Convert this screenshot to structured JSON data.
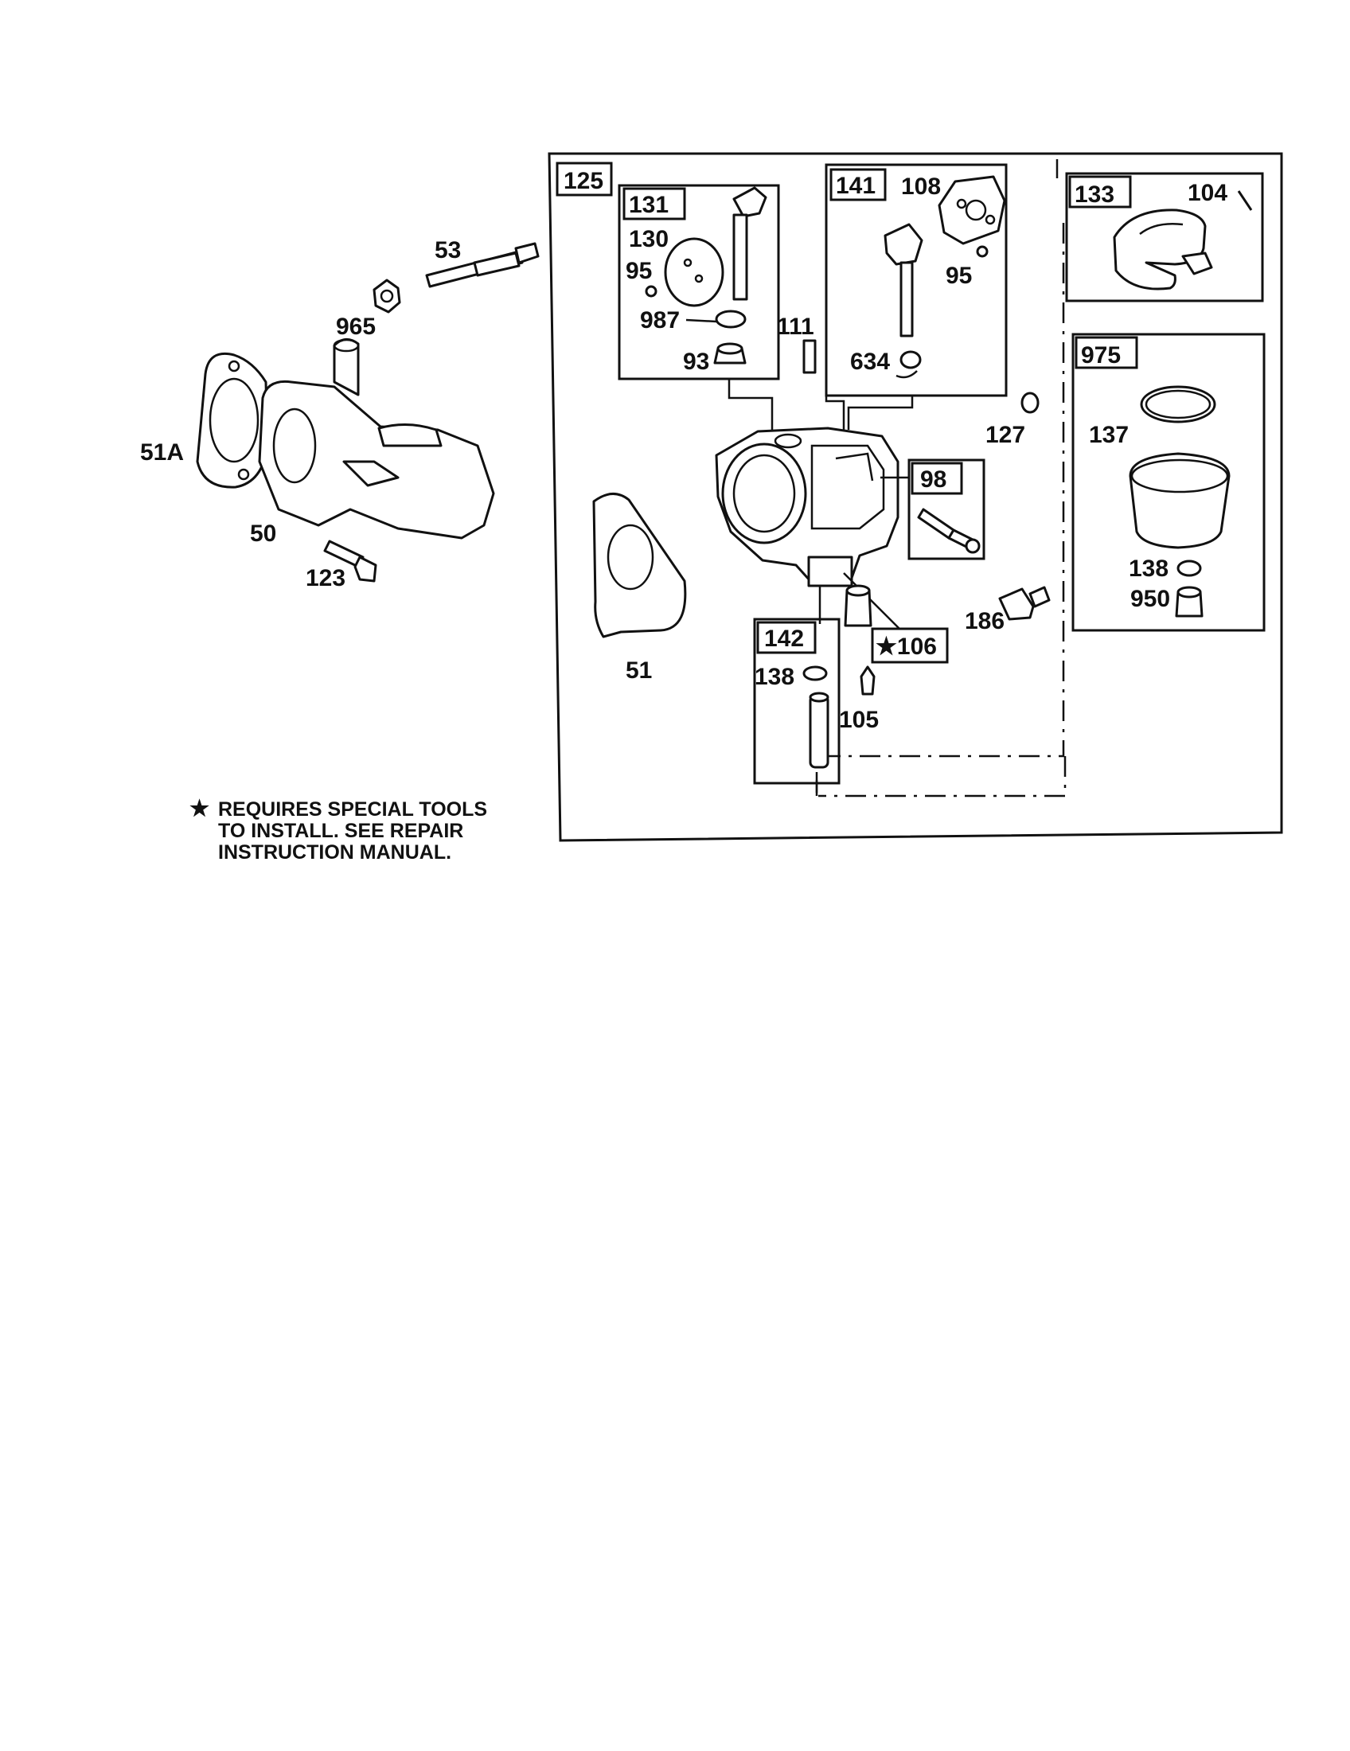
{
  "callouts": {
    "c53": "53",
    "c965": "965",
    "c51A": "51A",
    "c50": "50",
    "c123": "123",
    "c51": "51",
    "c130": "130",
    "c95a": "95",
    "c987": "987",
    "c93": "93",
    "c111": "111",
    "c108": "108",
    "c95b": "95",
    "c634": "634",
    "c104": "104",
    "c137": "137",
    "c127": "127",
    "c138a": "138",
    "c950": "950",
    "c186": "186",
    "c138b": "138",
    "c105": "105"
  },
  "boxed_callouts": {
    "b125": "125",
    "b131": "131",
    "b141": "141",
    "b133": "133",
    "b975": "975",
    "b98": "98",
    "b142": "142",
    "b106": "★106"
  },
  "note": {
    "star": "★",
    "line1": "REQUIRES SPECIAL TOOLS",
    "line2": "TO INSTALL.  SEE REPAIR",
    "line3": "INSTRUCTION MANUAL."
  }
}
